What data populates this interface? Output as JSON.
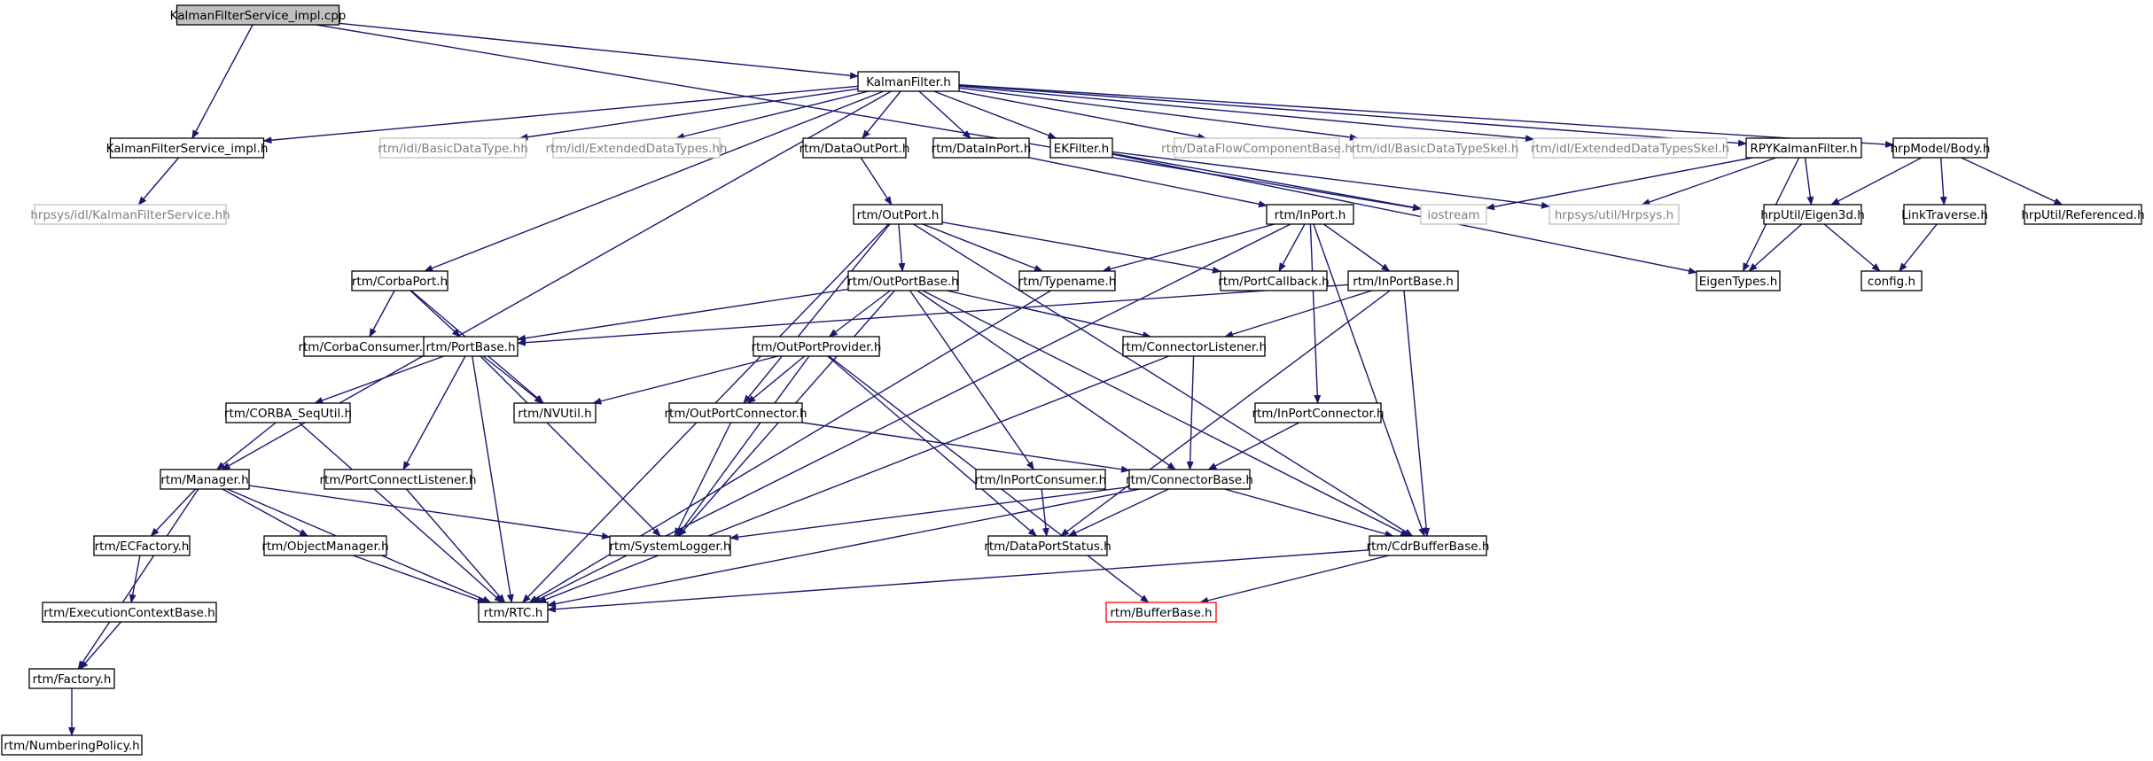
{
  "diagram": {
    "type": "include-dependency-graph",
    "colors": {
      "edge": "#191970",
      "root_fill": "#bfbfbf",
      "node_border": "#000000",
      "external_border": "#bfbfbf",
      "external_text": "#7f7f7f",
      "truncated_border": "#ff0000"
    },
    "nodes": [
      {
        "id": "root",
        "label": "KalmanFilterService_impl.cpp",
        "kind": "root"
      },
      {
        "id": "kf",
        "label": "KalmanFilter.h",
        "kind": "normal"
      },
      {
        "id": "kfsih",
        "label": "KalmanFilterService_impl.h",
        "kind": "normal"
      },
      {
        "id": "basicdt",
        "label": "rtm/idl/BasicDataType.hh",
        "kind": "external"
      },
      {
        "id": "extdt",
        "label": "rtm/idl/ExtendedDataTypes.hh",
        "kind": "external"
      },
      {
        "id": "dop",
        "label": "rtm/DataOutPort.h",
        "kind": "normal"
      },
      {
        "id": "dip",
        "label": "rtm/DataInPort.h",
        "kind": "normal"
      },
      {
        "id": "ekf",
        "label": "EKFilter.h",
        "kind": "normal"
      },
      {
        "id": "dfcb",
        "label": "rtm/DataFlowComponentBase.h",
        "kind": "external"
      },
      {
        "id": "basicskel",
        "label": "rtm/idl/BasicDataTypeSkel.h",
        "kind": "external"
      },
      {
        "id": "extskel",
        "label": "rtm/idl/ExtendedDataTypesSkel.h",
        "kind": "external"
      },
      {
        "id": "rpy",
        "label": "RPYKalmanFilter.h",
        "kind": "normal"
      },
      {
        "id": "body",
        "label": "hrpModel/Body.h",
        "kind": "normal"
      },
      {
        "id": "kfsihh",
        "label": "hrpsys/idl/KalmanFilterService.hh",
        "kind": "external"
      },
      {
        "id": "outport",
        "label": "rtm/OutPort.h",
        "kind": "normal"
      },
      {
        "id": "inport",
        "label": "rtm/InPort.h",
        "kind": "normal"
      },
      {
        "id": "iostream",
        "label": "iostream",
        "kind": "external"
      },
      {
        "id": "hrpsys",
        "label": "hrpsys/util/Hrpsys.h",
        "kind": "external"
      },
      {
        "id": "eigen3d",
        "label": "hrpUtil/Eigen3d.h",
        "kind": "normal"
      },
      {
        "id": "linktrav",
        "label": "LinkTraverse.h",
        "kind": "normal"
      },
      {
        "id": "referenced",
        "label": "hrpUtil/Referenced.h",
        "kind": "normal"
      },
      {
        "id": "corbaport",
        "label": "rtm/CorbaPort.h",
        "kind": "normal"
      },
      {
        "id": "outportbase",
        "label": "rtm/OutPortBase.h",
        "kind": "normal"
      },
      {
        "id": "typename",
        "label": "rtm/Typename.h",
        "kind": "normal"
      },
      {
        "id": "portcb",
        "label": "rtm/PortCallback.h",
        "kind": "normal"
      },
      {
        "id": "inportbase",
        "label": "rtm/InPortBase.h",
        "kind": "normal"
      },
      {
        "id": "eigentypes",
        "label": "EigenTypes.h",
        "kind": "normal"
      },
      {
        "id": "config",
        "label": "config.h",
        "kind": "normal"
      },
      {
        "id": "corbacons",
        "label": "rtm/CorbaConsumer.h",
        "kind": "normal"
      },
      {
        "id": "portbase",
        "label": "rtm/PortBase.h",
        "kind": "normal"
      },
      {
        "id": "opprov",
        "label": "rtm/OutPortProvider.h",
        "kind": "normal"
      },
      {
        "id": "connlist",
        "label": "rtm/ConnectorListener.h",
        "kind": "normal"
      },
      {
        "id": "corbaseq",
        "label": "rtm/CORBA_SeqUtil.h",
        "kind": "normal"
      },
      {
        "id": "nvutil",
        "label": "rtm/NVUtil.h",
        "kind": "normal"
      },
      {
        "id": "opconn",
        "label": "rtm/OutPortConnector.h",
        "kind": "normal"
      },
      {
        "id": "ipconn",
        "label": "rtm/InPortConnector.h",
        "kind": "normal"
      },
      {
        "id": "manager",
        "label": "rtm/Manager.h",
        "kind": "normal"
      },
      {
        "id": "pcl",
        "label": "rtm/PortConnectListener.h",
        "kind": "normal"
      },
      {
        "id": "ipcons",
        "label": "rtm/InPortConsumer.h",
        "kind": "normal"
      },
      {
        "id": "connbase",
        "label": "rtm/ConnectorBase.h",
        "kind": "normal"
      },
      {
        "id": "ecf",
        "label": "rtm/ECFactory.h",
        "kind": "normal"
      },
      {
        "id": "objmgr",
        "label": "rtm/ObjectManager.h",
        "kind": "normal"
      },
      {
        "id": "syslog",
        "label": "rtm/SystemLogger.h",
        "kind": "normal"
      },
      {
        "id": "dps",
        "label": "rtm/DataPortStatus.h",
        "kind": "normal"
      },
      {
        "id": "cdr",
        "label": "rtm/CdrBufferBase.h",
        "kind": "normal"
      },
      {
        "id": "ecb",
        "label": "rtm/ExecutionContextBase.h",
        "kind": "normal"
      },
      {
        "id": "rtc",
        "label": "rtm/RTC.h",
        "kind": "normal"
      },
      {
        "id": "bufbase",
        "label": "rtm/BufferBase.h",
        "kind": "truncated"
      },
      {
        "id": "factory",
        "label": "rtm/Factory.h",
        "kind": "normal"
      },
      {
        "id": "numpol",
        "label": "rtm/NumberingPolicy.h",
        "kind": "normal"
      }
    ],
    "edges": [
      [
        "root",
        "kfsih"
      ],
      [
        "root",
        "kf"
      ],
      [
        "root",
        "iostream"
      ],
      [
        "kf",
        "kfsih"
      ],
      [
        "kf",
        "corbaport"
      ],
      [
        "kf",
        "basicdt"
      ],
      [
        "kf",
        "extdt"
      ],
      [
        "kf",
        "manager"
      ],
      [
        "kf",
        "dop"
      ],
      [
        "kf",
        "dip"
      ],
      [
        "kf",
        "ekf"
      ],
      [
        "kf",
        "dfcb"
      ],
      [
        "kf",
        "basicskel"
      ],
      [
        "kf",
        "extskel"
      ],
      [
        "kf",
        "rpy"
      ],
      [
        "kf",
        "body"
      ],
      [
        "kfsih",
        "kfsihh"
      ],
      [
        "dop",
        "outport"
      ],
      [
        "dip",
        "inport"
      ],
      [
        "ekf",
        "iostream"
      ],
      [
        "ekf",
        "hrpsys"
      ],
      [
        "ekf",
        "eigentypes"
      ],
      [
        "rpy",
        "iostream"
      ],
      [
        "rpy",
        "hrpsys"
      ],
      [
        "rpy",
        "eigen3d"
      ],
      [
        "rpy",
        "eigentypes"
      ],
      [
        "body",
        "eigen3d"
      ],
      [
        "body",
        "linktrav"
      ],
      [
        "body",
        "referenced"
      ],
      [
        "eigen3d",
        "eigentypes"
      ],
      [
        "eigen3d",
        "config"
      ],
      [
        "linktrav",
        "config"
      ],
      [
        "outport",
        "outportbase"
      ],
      [
        "outport",
        "typename"
      ],
      [
        "outport",
        "portcb"
      ],
      [
        "outport",
        "opconn"
      ],
      [
        "outport",
        "cdr"
      ],
      [
        "outport",
        "rtc"
      ],
      [
        "inport",
        "typename"
      ],
      [
        "inport",
        "portcb"
      ],
      [
        "inport",
        "inportbase"
      ],
      [
        "inport",
        "ipconn"
      ],
      [
        "inport",
        "cdr"
      ],
      [
        "inport",
        "rtc"
      ],
      [
        "corbaport",
        "corbacons"
      ],
      [
        "corbaport",
        "portbase"
      ],
      [
        "corbaport",
        "nvutil"
      ],
      [
        "outportbase",
        "portbase"
      ],
      [
        "outportbase",
        "opprov"
      ],
      [
        "outportbase",
        "connlist"
      ],
      [
        "outportbase",
        "syslog"
      ],
      [
        "outportbase",
        "ipcons"
      ],
      [
        "outportbase",
        "connbase"
      ],
      [
        "outportbase",
        "cdr"
      ],
      [
        "inportbase",
        "portbase"
      ],
      [
        "inportbase",
        "connlist"
      ],
      [
        "inportbase",
        "dps"
      ],
      [
        "inportbase",
        "cdr"
      ],
      [
        "typename",
        "rtc"
      ],
      [
        "portbase",
        "corbaseq"
      ],
      [
        "portbase",
        "nvutil"
      ],
      [
        "portbase",
        "pcl"
      ],
      [
        "portbase",
        "syslog"
      ],
      [
        "portbase",
        "rtc"
      ],
      [
        "opprov",
        "nvutil"
      ],
      [
        "opprov",
        "opconn"
      ],
      [
        "opprov",
        "syslog"
      ],
      [
        "opprov",
        "dps"
      ],
      [
        "opprov",
        "bufbase"
      ],
      [
        "connlist",
        "connbase"
      ],
      [
        "connlist",
        "rtc"
      ],
      [
        "corbaseq",
        "manager"
      ],
      [
        "corbaseq",
        "rtc"
      ],
      [
        "opconn",
        "connbase"
      ],
      [
        "opconn",
        "syslog"
      ],
      [
        "ipconn",
        "connbase"
      ],
      [
        "manager",
        "ecf"
      ],
      [
        "manager",
        "objmgr"
      ],
      [
        "manager",
        "syslog"
      ],
      [
        "manager",
        "rtc"
      ],
      [
        "manager",
        "factory"
      ],
      [
        "pcl",
        "rtc"
      ],
      [
        "ipcons",
        "dps"
      ],
      [
        "connbase",
        "syslog"
      ],
      [
        "connbase",
        "dps"
      ],
      [
        "connbase",
        "cdr"
      ],
      [
        "connbase",
        "rtc"
      ],
      [
        "ecf",
        "ecb"
      ],
      [
        "objmgr",
        "rtc"
      ],
      [
        "ecb",
        "factory"
      ],
      [
        "cdr",
        "rtc"
      ],
      [
        "cdr",
        "bufbase"
      ],
      [
        "factory",
        "numpol"
      ]
    ]
  }
}
